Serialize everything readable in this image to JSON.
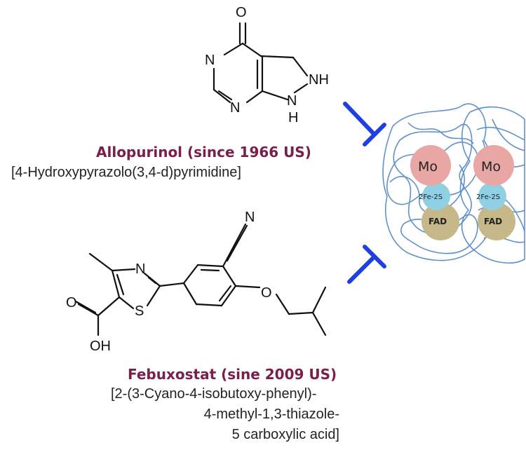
{
  "allopurinol": {
    "name": "Allopurinol",
    "since": "(since 1966 US)",
    "iupac": "[4-Hydroxypyrazolo(3,4-d)pyrimidine]",
    "atoms": {
      "o": "O",
      "n1": "N",
      "n2": "N",
      "nh_top": "NH",
      "n_h": "N",
      "h": "H"
    }
  },
  "febuxostat": {
    "name": "Febuxostat (sine 2009 US)",
    "iupac_1": "[2-(3-Cyano-4-isobutoxy-phenyl)-",
    "iupac_2": "4-methyl-1,3-thiazole-",
    "iupac_3": "5 carboxylic acid]",
    "atoms": {
      "n_cyano": "N",
      "n_ring": "N",
      "s": "S",
      "o_ether": "O",
      "o_acid": "O",
      "oh": "OH"
    }
  },
  "enzyme": {
    "left": {
      "mo": "Mo",
      "fes": "2Fe-2S",
      "fad": "FAD"
    },
    "right": {
      "mo": "Mo",
      "fes": "2Fe-2S",
      "fad": "FAD"
    },
    "colors": {
      "mo": "#e8a7a4",
      "fes": "#8fd0e2",
      "fad": "#c6b889",
      "tangle": "#4f86c6",
      "inhibitor": "#1f3fe0"
    }
  }
}
